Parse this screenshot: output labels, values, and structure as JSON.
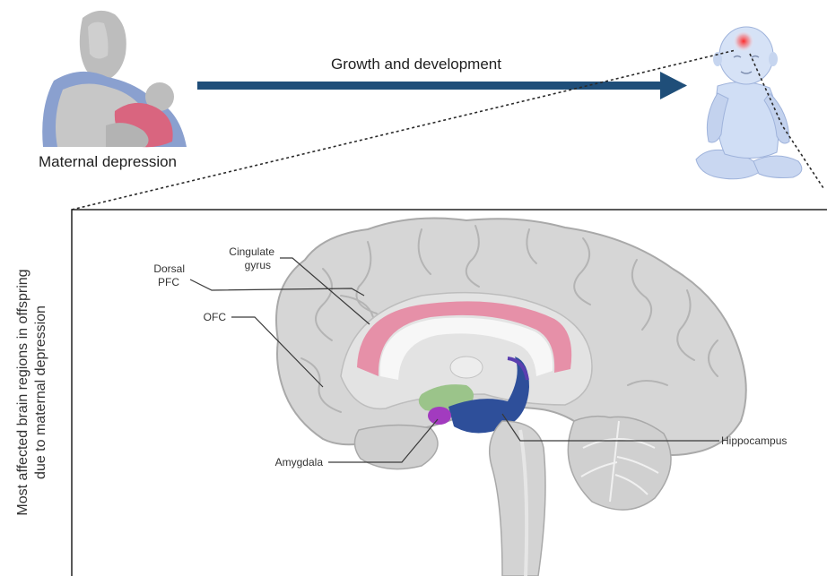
{
  "header": {
    "arrow_label": "Growth and development",
    "mother_label": "Maternal depression"
  },
  "side_title": {
    "line1": "Most affected brain regions in offspring",
    "line2": "due to maternal depression"
  },
  "regions": {
    "cingulate": {
      "line1": "Cingulate",
      "line2": "gyrus"
    },
    "dorsal_pfc": {
      "line1": "Dorsal",
      "line2": "PFC"
    },
    "ofc": "OFC",
    "amygdala": "Amygdala",
    "hippocampus": "Hippocampus"
  },
  "colors": {
    "arrow": "#1f4e79",
    "brain_fill": "#d6d6d6",
    "brain_stroke": "#a9a9a9",
    "cingulate": "#e690a8",
    "ofc_region": "#9bc48a",
    "amygdala": "#a23bbf",
    "hippocampus": "#2e4f9a",
    "baby_skin": "#cfdcf3",
    "mother": "#b9b9b9",
    "mother_dress": "#7f96c7",
    "infant_body": "#d9657f",
    "highlight": "#ff3b3b"
  },
  "icons": [
    "mother-nursing-icon",
    "baby-icon",
    "growth-arrow-icon"
  ]
}
